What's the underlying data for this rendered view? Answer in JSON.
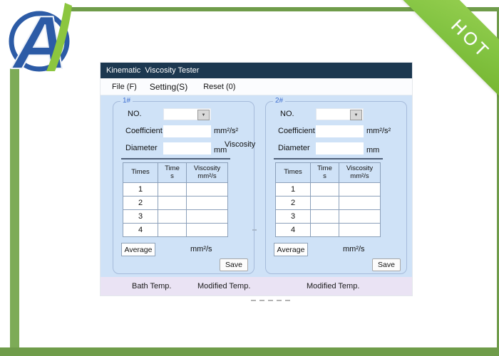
{
  "page": {
    "ribbon_label": "HOT",
    "logo_letter": "A",
    "pagination_dash_count": 5
  },
  "icons": {
    "dropdown_arrow": "▼"
  },
  "colors": {
    "frame_green": "#6f9c4a",
    "ribbon_green": "#82c341",
    "titlebar_navy": "#1c3850",
    "window_bg_blue": "#cfe2f7",
    "footer_lavender": "#eae3f4",
    "logo_blue": "#2c5ba6",
    "logo_leaf_green": "#8cc63f",
    "group_label_blue": "#3f6fd0"
  },
  "window": {
    "title": "Kinematic  Viscosity Tester",
    "menu": {
      "file": "File (F)",
      "setting": "Setting(S)",
      "reset": "Reset (0)"
    },
    "panels": [
      {
        "group_label": "1#",
        "no_label": "NO.",
        "no_value": "",
        "coefficient_label": "Coefficient",
        "coefficient_value": "",
        "coefficient_unit": "mm²/s²",
        "diameter_label": "Diameter",
        "diameter_value": "",
        "diameter_unit": "mm",
        "viscosity_label": "Viscosity",
        "table": {
          "header_col1": "Times",
          "header_col2_line1": "Time",
          "header_col2_line2": "s",
          "header_col3_line1": "Viscosity",
          "header_col3_line2": "mm²/s",
          "rows": [
            "1",
            "2",
            "3",
            "4"
          ]
        },
        "average_button": "Average",
        "result_unit": "mm²/s",
        "save_button": "Save"
      },
      {
        "group_label": "2#",
        "no_label": "NO.",
        "no_value": "",
        "coefficient_label": "Coefficient",
        "coefficient_value": "",
        "coefficient_unit": "mm²/s²",
        "diameter_label": "Diameter",
        "diameter_value": "",
        "diameter_unit": "mm",
        "table": {
          "header_col1": "Times",
          "header_col2_line1": "Time",
          "header_col2_line2": "s",
          "header_col3_line1": "Viscosity",
          "header_col3_line2": "mm²/s",
          "rows": [
            "1",
            "2",
            "3",
            "4"
          ]
        },
        "average_button": "Average",
        "result_unit": "mm²/s",
        "save_button": "Save"
      }
    ],
    "footer": {
      "bath_temp": "Bath Temp.",
      "modified_temp_left": "Modified Temp.",
      "modified_temp_right": "Modified Temp."
    }
  }
}
